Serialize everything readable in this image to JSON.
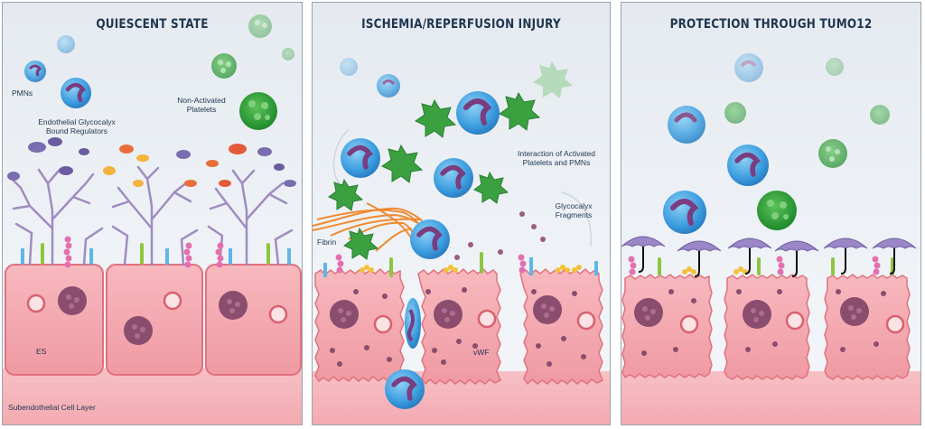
{
  "panels": [
    {
      "title": "QUIESCENT STATE",
      "labels": {
        "pmns": "PMNs",
        "glyco_line1": "Endothelial Glycocalyx",
        "glyco_line2": "Bound Regulators",
        "platelets_line1": "Non-Activated",
        "platelets_line2": "Platelets",
        "es": "ES",
        "subendo": "Subendothelial Cell Layer"
      }
    },
    {
      "title": "ISCHEMIA/REPERFUSION INJURY",
      "labels": {
        "interaction_line1": "Interaction of Activated",
        "interaction_line2": "Platelets and PMNs",
        "fragments_line1": "Glycocalyx",
        "fragments_line2": "Fragments",
        "fibrin": "Fibrin",
        "vwf": "vWF"
      }
    },
    {
      "title": "PROTECTION THROUGH TUMO12"
    }
  ],
  "colors": {
    "cell_fill": "#f2a7ae",
    "cell_border": "#e0717e",
    "nucleus": "#8a4d6e",
    "pmn_fill": "#4aa3df",
    "activated_platelet": "#3aa040",
    "resting_platelet": "#2e9e3a",
    "glycocalyx": "#a08cc0",
    "umbrella": "#9b86c8",
    "fibrin": "#f08a30"
  }
}
